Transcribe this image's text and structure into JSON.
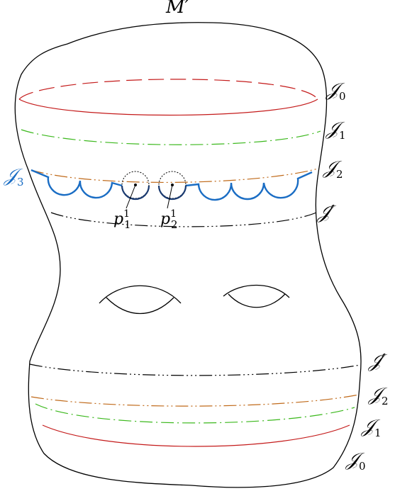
{
  "title": {
    "main": "M",
    "prime": "′"
  },
  "labels": {
    "top": [
      {
        "id": "J0",
        "base": "𝒥",
        "sub": "0",
        "color": "#c41a1a"
      },
      {
        "id": "J1",
        "base": "𝒥",
        "sub": "1",
        "color": "#3bb81c"
      },
      {
        "id": "J2",
        "base": "𝒥",
        "sub": "2",
        "color": "#c06a1a"
      },
      {
        "id": "J3",
        "base": "𝒥",
        "sub": "3",
        "color": "#1a6dc4"
      },
      {
        "id": "Jprime",
        "base": "𝒥",
        "prime": "′",
        "color": "#000000"
      }
    ],
    "bottom": [
      {
        "id": "Jprime",
        "base": "𝒥",
        "prime": "′",
        "color": "#000000"
      },
      {
        "id": "J2",
        "base": "𝒥",
        "sub": "2",
        "color": "#c06a1a"
      },
      {
        "id": "J1",
        "base": "𝒥",
        "sub": "1",
        "color": "#3bb81c"
      },
      {
        "id": "J0",
        "base": "𝒥",
        "sub": "0",
        "color": "#c41a1a"
      }
    ]
  },
  "points": [
    {
      "id": "p1",
      "base": "p",
      "sup": "1",
      "sub": "1"
    },
    {
      "id": "p2",
      "base": "p",
      "sup": "1",
      "sub": "2"
    }
  ],
  "colors": {
    "outline": "#000000",
    "J0": "#c41a1a",
    "J1": "#3bb81c",
    "J2": "#c06a1a",
    "J3": "#1a6dc4",
    "Jprime": "#000000"
  }
}
